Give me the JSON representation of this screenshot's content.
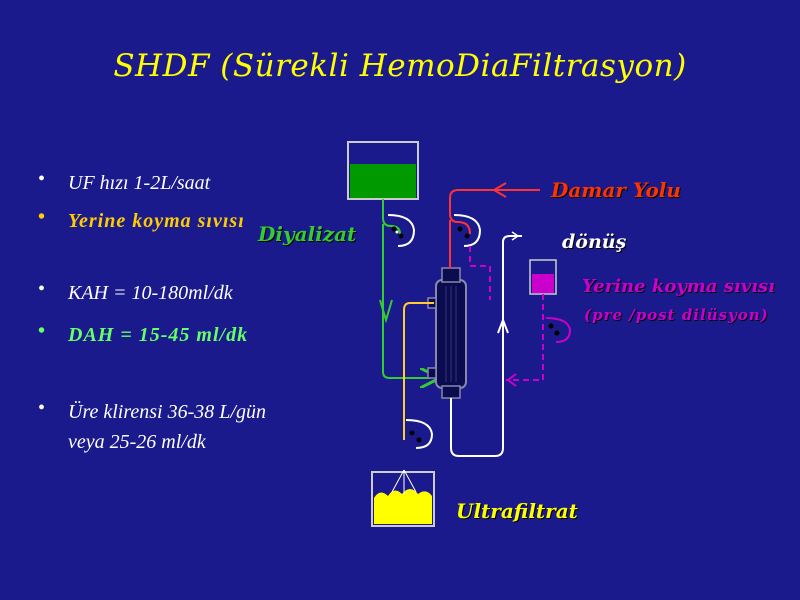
{
  "title": "SHDF (Sürekli HemoDiaFiltrasyon)",
  "bullets": [
    {
      "text": "UF hızı 1-2L/saat",
      "style": "white"
    },
    {
      "text": "Yerine koyma sıvısı",
      "style": "yellow"
    },
    {
      "text": "KAH = 10-180ml/dk",
      "style": "white"
    },
    {
      "text": "DAH = 15-45 ml/dk",
      "style": "green"
    },
    {
      "text": "Üre klirensi 36-38 L/gün veya 25-26 ml/dk",
      "style": "white"
    }
  ],
  "diagram": {
    "diyalizat": "Diyalizat",
    "damar_yolu": "Damar Yolu",
    "donus": "dönüş",
    "yerine_koyma_sivisi": "Yerine koyma sıvısı",
    "dilusyon": "(pre /post dilüsyon)",
    "ultrafiltrat": "Ultrafiltrat"
  },
  "colors": {
    "background": "#1a1a8c",
    "title": "#ffff00",
    "dialysate": "#009900",
    "ultrafiltrate": "#ffff00",
    "substitution": "#cc00cc",
    "arterial": "#ff3333",
    "venous": "#ffffff"
  }
}
